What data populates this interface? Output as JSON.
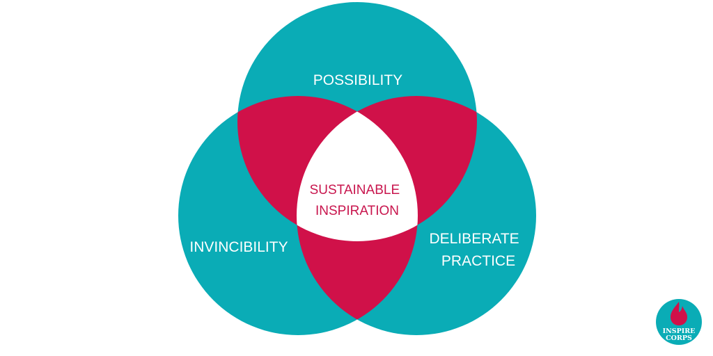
{
  "colors": {
    "circle": "#0aacb6",
    "overlap": "#d01149",
    "center": "#ffffff",
    "center_text": "#c8154d",
    "logo_bg": "#0aacb6",
    "logo_flame": "#d01149"
  },
  "circles": [
    {
      "name": "possibility",
      "label_lines": [
        "POSSIBILITY"
      ]
    },
    {
      "name": "invincibility",
      "label_lines": [
        "INVINCIBILITY"
      ]
    },
    {
      "name": "deliberate-practice",
      "label_lines": [
        "DELIBERATE",
        "PRACTICE"
      ]
    }
  ],
  "center": {
    "label_lines": [
      "SUSTAINABLE",
      "INSPIRATION"
    ]
  },
  "logo": {
    "line1": "INSPIRE",
    "line2": "CORPS",
    "icon": "flame-icon"
  }
}
